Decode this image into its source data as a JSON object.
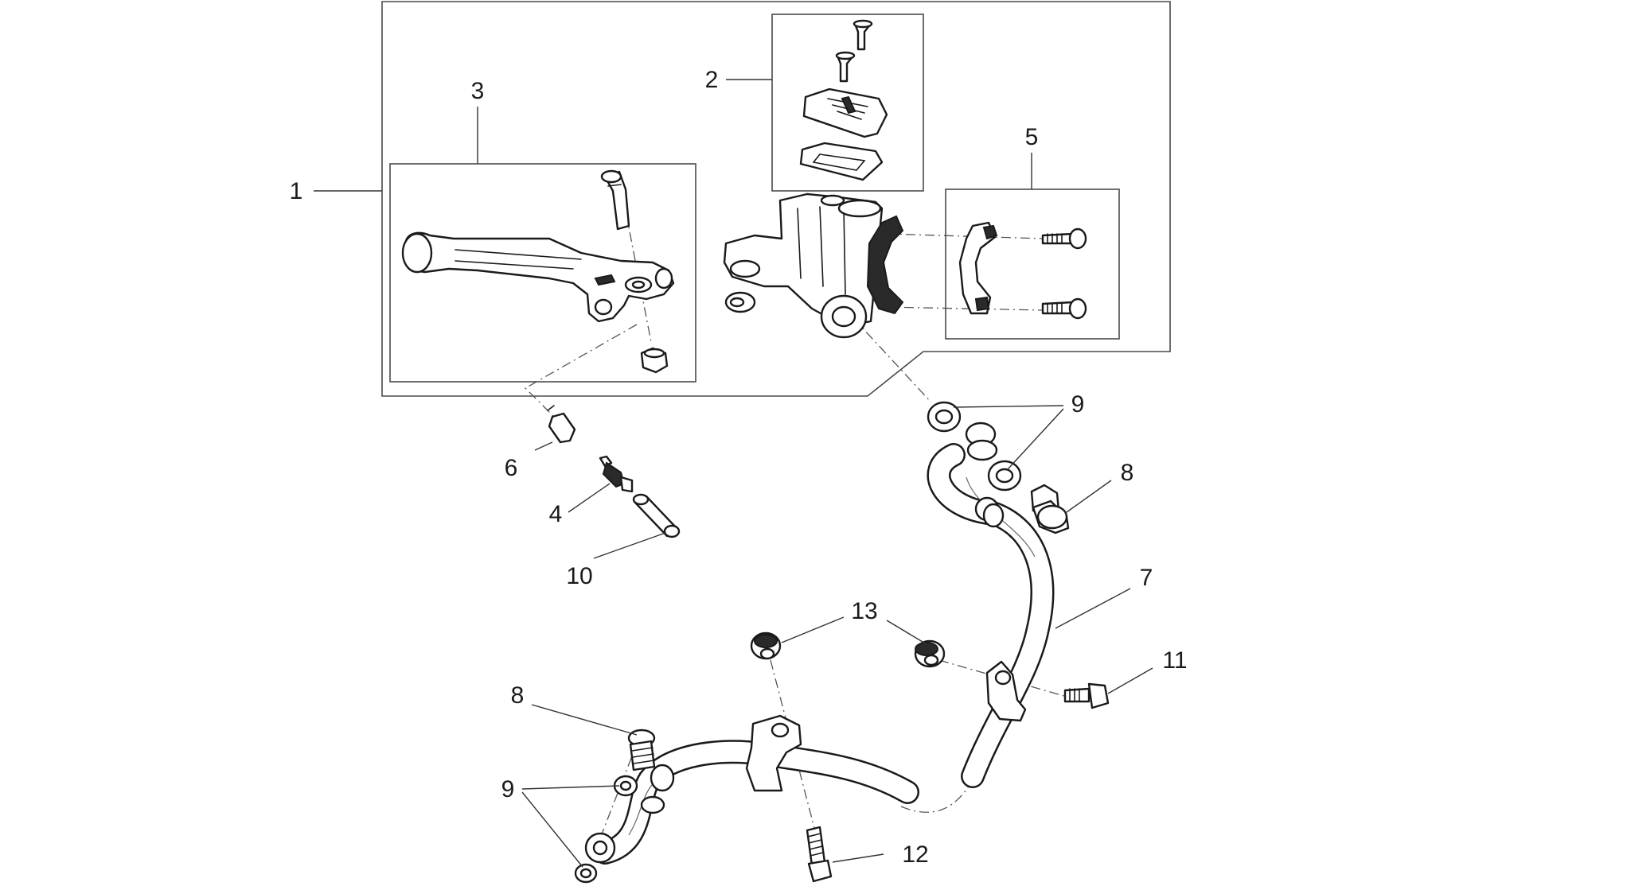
{
  "callouts": {
    "c1": "1",
    "c2": "2",
    "c3": "3",
    "c4": "4",
    "c5": "5",
    "c6": "6",
    "c7": "7",
    "c8a": "8",
    "c8b": "8",
    "c9a": "9",
    "c9b": "9",
    "c10": "10",
    "c11": "11",
    "c12": "12",
    "c13": "13"
  },
  "colors": {
    "ink": "#1a1a1a",
    "frame": "#4a4a4a",
    "background": "#ffffff"
  }
}
